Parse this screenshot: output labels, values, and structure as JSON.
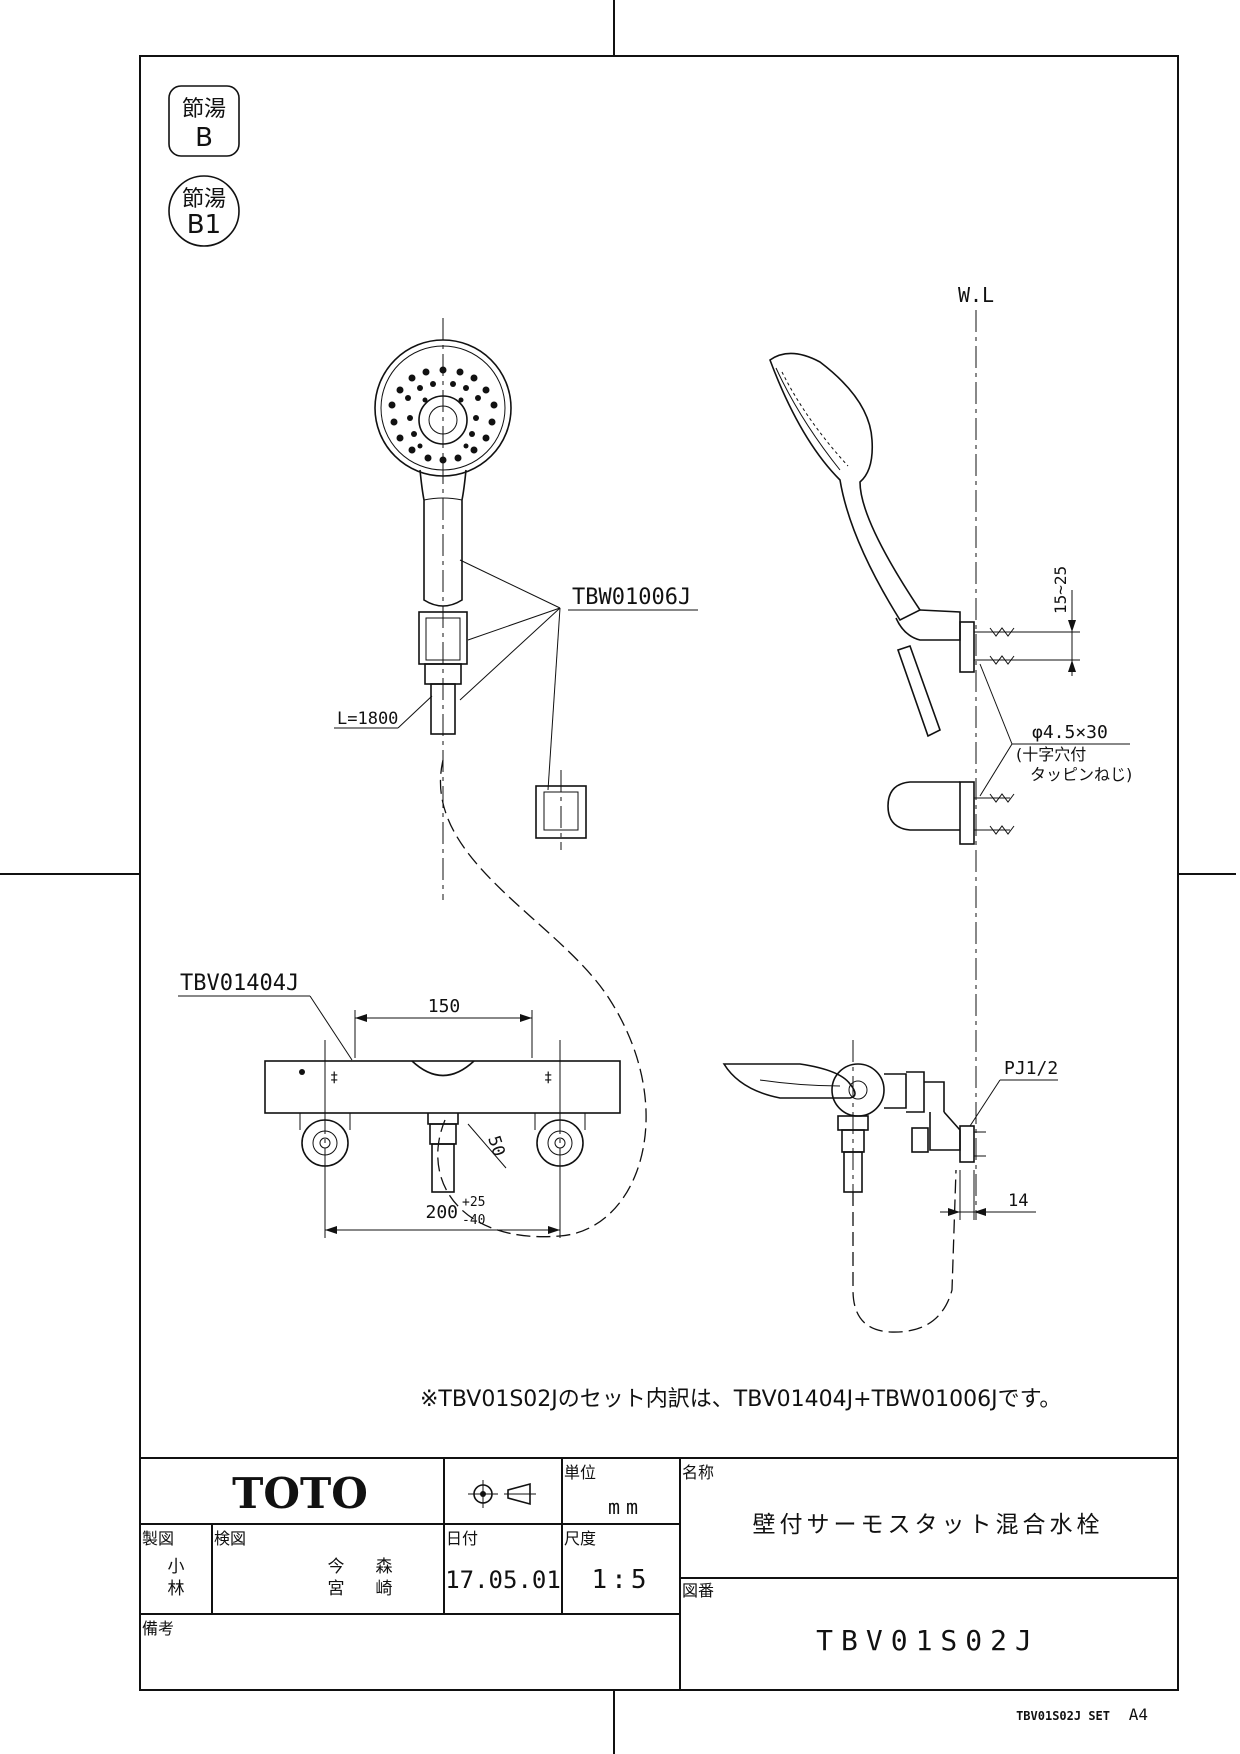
{
  "badges": {
    "b_line1": "節湯",
    "b_line2": "B",
    "b1_line1": "節湯",
    "b1_line2": "B1"
  },
  "callouts": {
    "hand_shower_part": "TBW01006J",
    "valve_part": "TBV01404J",
    "hose_length": "L=1800",
    "water_line": "W.L",
    "bracket_gap": "15~25",
    "screw_spec": "φ4.5×30",
    "screw_desc_1": "(十字穴付",
    "screw_desc_2": "タッピンねじ)",
    "pipe_thread": "PJ1/2",
    "dim_150": "150",
    "dim_50": "50",
    "dim_200": "200",
    "dim_200_plus": "+25",
    "dim_200_minus": "-40",
    "dim_14": "14"
  },
  "note": "※TBV01S02Jのセット内訳は、TBV01404J+TBW01006Jです。",
  "title_block": {
    "brand": "TOTO",
    "unit_label": "単位",
    "unit_value": "mm",
    "name_label": "名称",
    "name_value": "壁付サーモスタット混合水栓",
    "drawn_label": "製図",
    "drawn_value_1": "小",
    "drawn_value_2": "林",
    "checked_label": "検図",
    "checked_value_1a": "今",
    "checked_value_1b": "森",
    "checked_value_2a": "宮",
    "checked_value_2b": "崎",
    "date_label": "日付",
    "date_value": "17.05.01",
    "scale_label": "尺度",
    "scale_value": "1:5",
    "drawing_no_label": "図番",
    "drawing_no_value": "TBV01S02J",
    "remarks_label": "備考"
  },
  "footer": {
    "sheet_id": "TBV01S02J SET",
    "paper_size": "A4"
  }
}
